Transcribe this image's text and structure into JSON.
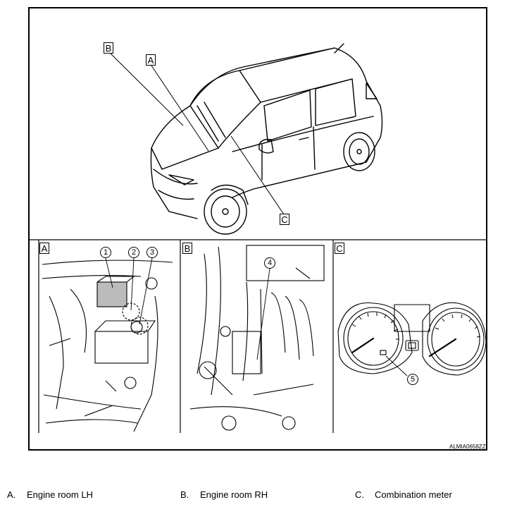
{
  "overview": {
    "callouts": {
      "a": "A",
      "b": "B",
      "c": "C"
    }
  },
  "details": {
    "a": {
      "letter": "A",
      "items": [
        "1",
        "2",
        "3"
      ]
    },
    "b": {
      "letter": "B",
      "items": [
        "4"
      ]
    },
    "c": {
      "letter": "C",
      "items": [
        "5"
      ]
    }
  },
  "ref_code": "ALMIA0658ZZ",
  "legend": [
    {
      "letter": "A.",
      "label": "Engine room LH"
    },
    {
      "letter": "B.",
      "label": "Engine room RH"
    },
    {
      "letter": "C.",
      "label": "Combination meter"
    }
  ]
}
